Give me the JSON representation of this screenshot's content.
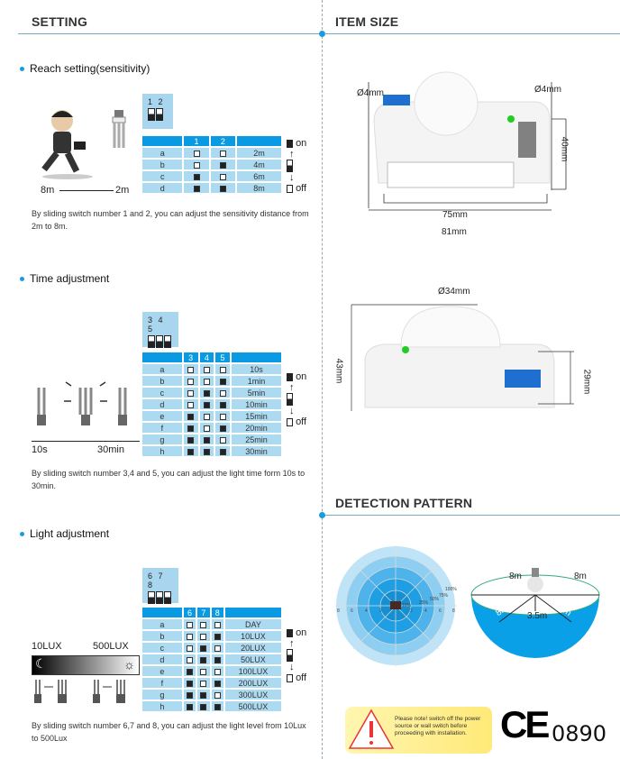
{
  "left": {
    "title": "SETTING",
    "reach": {
      "heading": "Reach setting(sensitivity)",
      "switch_numbers": "1 2",
      "columns": [
        "",
        "1",
        "2",
        ""
      ],
      "rows": [
        {
          "label": "a",
          "sw": [
            0,
            0
          ],
          "value": "2m"
        },
        {
          "label": "b",
          "sw": [
            0,
            1
          ],
          "value": "4m"
        },
        {
          "label": "c",
          "sw": [
            1,
            0
          ],
          "value": "6m"
        },
        {
          "label": "d",
          "sw": [
            1,
            1
          ],
          "value": "8m"
        }
      ],
      "range_from": "8m",
      "range_to": "2m",
      "description": "By sliding switch number 1 and 2, you can adjust the sensitivity distance from 2m to 8m."
    },
    "time": {
      "heading": "Time adjustment",
      "switch_numbers": "3 4 5",
      "columns": [
        "",
        "3",
        "4",
        "5",
        ""
      ],
      "rows": [
        {
          "label": "a",
          "sw": [
            0,
            0,
            0
          ],
          "value": "10s"
        },
        {
          "label": "b",
          "sw": [
            0,
            0,
            1
          ],
          "value": "1min"
        },
        {
          "label": "c",
          "sw": [
            0,
            1,
            0
          ],
          "value": "5min"
        },
        {
          "label": "d",
          "sw": [
            0,
            1,
            1
          ],
          "value": "10min"
        },
        {
          "label": "e",
          "sw": [
            1,
            0,
            0
          ],
          "value": "15min"
        },
        {
          "label": "f",
          "sw": [
            1,
            0,
            1
          ],
          "value": "20min"
        },
        {
          "label": "g",
          "sw": [
            1,
            1,
            0
          ],
          "value": "25min"
        },
        {
          "label": "h",
          "sw": [
            1,
            1,
            1
          ],
          "value": "30min"
        }
      ],
      "range_from": "10s",
      "range_to": "30min",
      "description": "By sliding switch number 3,4 and 5, you can adjust the light time form 10s to 30min."
    },
    "light": {
      "heading": "Light adjustment",
      "switch_numbers": "6 7 8",
      "columns": [
        "",
        "6",
        "7",
        "8",
        ""
      ],
      "rows": [
        {
          "label": "a",
          "sw": [
            0,
            0,
            0
          ],
          "value": "DAY"
        },
        {
          "label": "b",
          "sw": [
            0,
            0,
            1
          ],
          "value": "10LUX"
        },
        {
          "label": "c",
          "sw": [
            0,
            1,
            0
          ],
          "value": "20LUX"
        },
        {
          "label": "d",
          "sw": [
            0,
            1,
            1
          ],
          "value": "50LUX"
        },
        {
          "label": "e",
          "sw": [
            1,
            0,
            0
          ],
          "value": "100LUX"
        },
        {
          "label": "f",
          "sw": [
            1,
            0,
            1
          ],
          "value": "200LUX"
        },
        {
          "label": "g",
          "sw": [
            1,
            1,
            0
          ],
          "value": "300LUX"
        },
        {
          "label": "h",
          "sw": [
            1,
            1,
            1
          ],
          "value": "500LUX"
        }
      ],
      "range_from": "10LUX",
      "range_to": "500LUX",
      "description": "By sliding switch number 6,7 and 8, you can adjust the light level from 10Lux to 500Lux"
    },
    "legend": {
      "on": "on",
      "off": "off"
    }
  },
  "right": {
    "title": "ITEM SIZE",
    "top_view": {
      "hole_left": "Ø4mm",
      "hole_right": "Ø4mm",
      "height": "40mm",
      "inner_width": "75mm",
      "outer_width": "81mm"
    },
    "side_view": {
      "diameter": "Ø34mm",
      "height_left": "43mm",
      "height_right": "29mm"
    },
    "detection_title": "DETECTION PATTERN",
    "polar": {
      "rings": [
        "10%",
        "25%",
        "50%",
        "75%",
        "100%"
      ],
      "ticks": [
        "8",
        "6",
        "4",
        "2",
        "2",
        "4",
        "6",
        "8"
      ]
    },
    "dome": {
      "top_left": "8m",
      "top_right": "8m",
      "side_left": "8m",
      "side_right": "8m",
      "center": "3.5m"
    },
    "notice": "Please note! switch off the power source or wall switch before proceeding with installation.",
    "ce": "CE",
    "cert": "0890"
  },
  "colors": {
    "accent": "#0a9ae4",
    "row": "#acdaf1"
  }
}
